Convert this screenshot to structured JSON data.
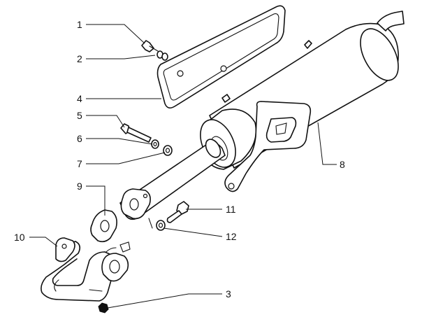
{
  "callouts": [
    {
      "id": "c1",
      "label": "1"
    },
    {
      "id": "c2",
      "label": "2"
    },
    {
      "id": "c4",
      "label": "4"
    },
    {
      "id": "c5",
      "label": "5"
    },
    {
      "id": "c6",
      "label": "6"
    },
    {
      "id": "c7",
      "label": "7"
    },
    {
      "id": "c8",
      "label": "8"
    },
    {
      "id": "c9",
      "label": "9"
    },
    {
      "id": "c10",
      "label": "10"
    },
    {
      "id": "c11",
      "label": "11"
    },
    {
      "id": "c12",
      "label": "12"
    },
    {
      "id": "c3",
      "label": "3"
    }
  ],
  "colors": {
    "line": "#111111",
    "background": "#ffffff"
  }
}
